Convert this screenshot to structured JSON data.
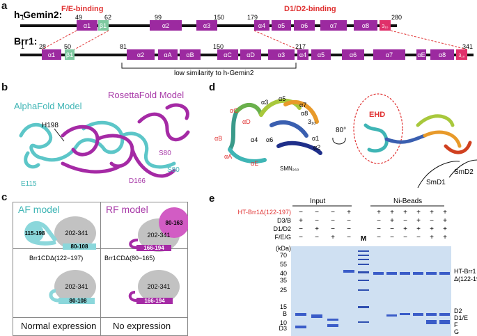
{
  "panel_a": {
    "letter": "a",
    "gemin2_label": "h-Gemin2:",
    "brr1_label": "Brr1:",
    "fe_binding": "F/E-binding",
    "d1d2_binding": "D1/D2-binding",
    "low_similarity": "low similarity to h-Gemin2",
    "gemin2_positions": [
      "1",
      "49",
      "62",
      "99",
      "150",
      "179",
      "280"
    ],
    "brr1_positions": [
      "1",
      "28",
      "50",
      "81",
      "150",
      "217",
      "341"
    ],
    "gemin2_helices": [
      "α1",
      "β1",
      "α2",
      "α3",
      "α4",
      "α5",
      "α6",
      "α7",
      "α8",
      "3₁₀"
    ],
    "brr1_helices": [
      "α1",
      "β1",
      "α2",
      "αA",
      "αB",
      "αC",
      "αD",
      "α3",
      "α4",
      "α5",
      "α6",
      "α7",
      "αE",
      "α8",
      "3₁₀"
    ]
  },
  "panel_b": {
    "letter": "b",
    "alphafold": "AlphaFold Model",
    "rosettafold": "RosettaFold Model",
    "h198": "H198",
    "s80_magenta": "S80",
    "s80_cyan": "S80",
    "e115": "E115",
    "d166": "D166"
  },
  "panel_c": {
    "letter": "c",
    "af_title": "AF model",
    "rf_title": "RF model",
    "af_loop": "115-198",
    "af_core": "202-341",
    "af_tail": "80-108",
    "rf_ball": "80-163",
    "rf_core": "202-341",
    "rf_tail": "166-194",
    "af_construct": "Brr1CDΔ(122−197)",
    "rf_construct": "Brr1CDΔ(80−165)",
    "af2_core": "202-341",
    "af2_tail": "80-108",
    "rf2_core": "202-341",
    "rf2_tail": "166-194",
    "normal": "Normal expression",
    "none": "No expression"
  },
  "panel_d": {
    "letter": "d",
    "ehd": "EHD",
    "rotation": "80°",
    "smn": "SMN₂₆₀",
    "smd1": "SmD1",
    "smd2": "SmD2",
    "labels": [
      "αC",
      "αD",
      "αB",
      "αA",
      "αE",
      "α3",
      "α5",
      "α7",
      "α8",
      "3₁₀",
      "α4",
      "α6",
      "α1",
      "α2"
    ]
  },
  "panel_e": {
    "letter": "e",
    "input": "Input",
    "ni_beads": "Ni-Beads",
    "row_labels": [
      "HT-Brr1Δ(122-197)",
      "D3/B",
      "D1/D2",
      "F/E/G"
    ],
    "input_signs": [
      [
        "−",
        "−",
        "−",
        "+"
      ],
      [
        "+",
        "−",
        "−",
        "−"
      ],
      [
        "−",
        "+",
        "−",
        "−"
      ],
      [
        "−",
        "−",
        "+",
        "−"
      ]
    ],
    "marker_lane": "M",
    "ni_signs": [
      [
        "+",
        "+",
        "+",
        "+",
        "+",
        "+"
      ],
      [
        "−",
        "+",
        "−",
        "+",
        "−",
        "+"
      ],
      [
        "−",
        "−",
        "+",
        "+",
        "+",
        "+"
      ],
      [
        "−",
        "−",
        "−",
        "−",
        "+",
        "+"
      ]
    ],
    "kda": "(kDa)",
    "mw": [
      "70",
      "55",
      "40",
      "35",
      "25",
      "15",
      "10"
    ],
    "left_bands": [
      "B",
      "D3"
    ],
    "right_bands": [
      "HT-Brr1",
      "Δ(122-197)",
      "D2",
      "D1/E",
      "F",
      "G"
    ]
  },
  "colors": {
    "magenta": "#9c2aa0",
    "green_beta": "#7ec9a0",
    "red_text": "#e03131",
    "cyan": "#59c4c8",
    "pink_310": "#e0306a",
    "gel_blue": "#cfe0f2"
  }
}
